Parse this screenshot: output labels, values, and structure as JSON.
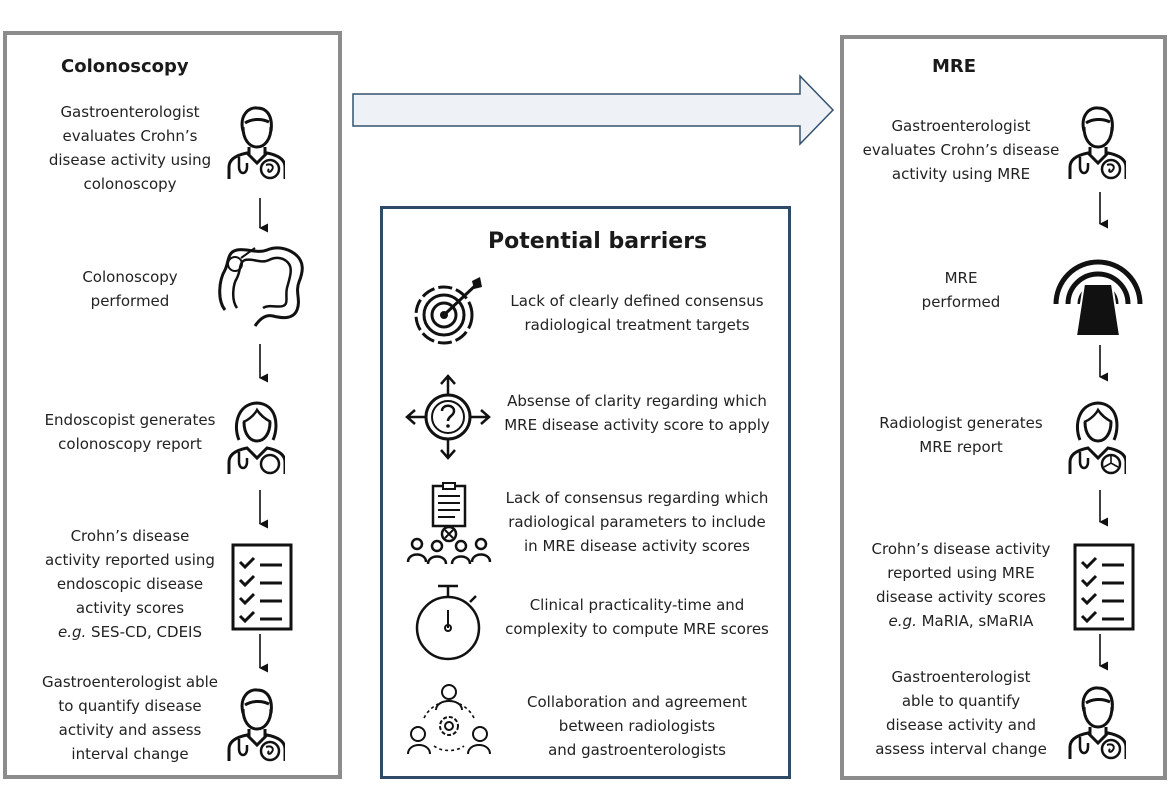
{
  "left": {
    "title": "Colonoscopy",
    "steps": [
      "Gastroenterologist\nevaluates Crohn’s\ndisease activity using\ncolonoscopy",
      "Colonoscopy\nperformed",
      "Endoscopist generates\ncolonoscopy report",
      "Crohn’s disease\nactivity reported using\nendoscopic disease\nactivity scores",
      "Gastroenterologist able\nto quantify disease\nactivity and assess\ninterval change"
    ],
    "eg_prefix": "e.g.",
    "eg_text": " SES-CD, CDEIS"
  },
  "right": {
    "title": "MRE",
    "steps": [
      "Gastroenterologist\nevaluates Crohn’s disease\nactivity using MRE",
      "MRE\nperformed",
      "Radiologist generates\nMRE report",
      "Crohn’s disease activity\nreported using MRE\ndisease activity scores",
      "Gastroenterologist\nable to quantify\ndisease activity and\nassess interval change"
    ],
    "eg_prefix": "e.g.",
    "eg_text": " MaRIA, sMaRIA"
  },
  "center": {
    "title": "Potential barriers",
    "barriers": [
      "Lack of clearly defined consensus\nradiological treatment targets",
      "Absense of clarity regarding which\nMRE disease activity score to apply",
      "Lack of consensus regarding which\nradiological parameters to include\nin MRE disease activity scores",
      "Clinical practicality-time and\ncomplexity to compute MRE scores",
      "Collaboration and agreement\nbetween radiologists\nand gastroenterologists"
    ]
  },
  "icons": {
    "left": [
      "doctor-stomach-icon",
      "colon-icon",
      "female-doctor-stomach-icon",
      "checklist-icon",
      "doctor-stomach-icon"
    ],
    "right": [
      "doctor-stomach-icon",
      "mri-scanner-icon",
      "female-doctor-radiation-icon",
      "checklist-icon",
      "doctor-stomach-icon"
    ],
    "center": [
      "target-icon",
      "question-arrows-icon",
      "consensus-team-icon",
      "stopwatch-icon",
      "collaboration-icon"
    ]
  },
  "colors": {
    "panel_border": "#8c8c8c",
    "center_border": "#2f4a66",
    "arrow_fill": "#eef2f7",
    "arrow_stroke": "#33526f"
  }
}
